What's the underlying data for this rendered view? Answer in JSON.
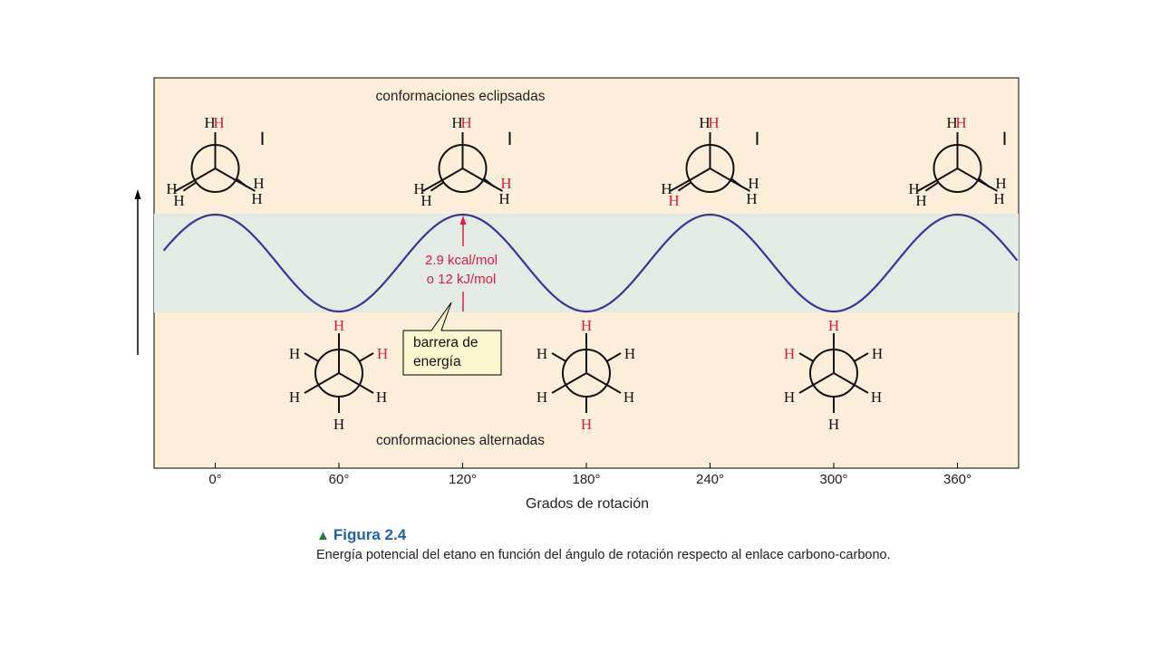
{
  "colors": {
    "panel": "#fcefd9",
    "band": "#e4ebe4",
    "curve": "#3c3591",
    "highlight": "#d6204b",
    "axis": "#000000",
    "callout_fill": "#fbf7cf",
    "caption_title": "#1b63ad",
    "caption_marker": "#1e7a37"
  },
  "labels": {
    "eclipsed": "conformaciones eclipsadas",
    "staggered": "conformaciones alternadas",
    "x_axis": "Grados de rotación",
    "barrier_line1": "2.9 kcal/mol",
    "barrier_line2": "o 12 kJ/mol",
    "callout_line1": "barrera de",
    "callout_line2": "energía"
  },
  "ticks": [
    "0°",
    "60°",
    "120°",
    "180°",
    "240°",
    "300°",
    "360°"
  ],
  "atom_symbol": "H",
  "chart_data": {
    "type": "line",
    "x_range": [
      -25,
      405
    ],
    "x_ticks": [
      0,
      60,
      120,
      180,
      240,
      300,
      360
    ],
    "curve": "periodic, maxima at 0°, 120°, 240°, 360°; minima at 60°, 180°, 300°",
    "barrier_kcal_mol": 2.9,
    "barrier_kj_mol": 12,
    "xlabel": "Grados de rotación"
  },
  "molecules": {
    "eclipsed": [
      {
        "angle": 0,
        "red": [
          "back-top"
        ]
      },
      {
        "angle": 120,
        "red": [
          "back-top",
          "back-right"
        ]
      },
      {
        "angle": 240,
        "red": [
          "back-top",
          "back-left"
        ]
      },
      {
        "angle": 360,
        "red": [
          "back-top"
        ]
      }
    ],
    "staggered": [
      {
        "angle": 60,
        "red": [
          "top",
          "right"
        ]
      },
      {
        "angle": 180,
        "red": [
          "top",
          "bottom"
        ]
      },
      {
        "angle": 300,
        "red": [
          "top",
          "left"
        ]
      }
    ]
  },
  "caption": {
    "marker": "▲",
    "title": "Figura 2.4",
    "text": "Energía potencial del etano en función del ángulo de rotación respecto al enlace carbono-carbono."
  }
}
